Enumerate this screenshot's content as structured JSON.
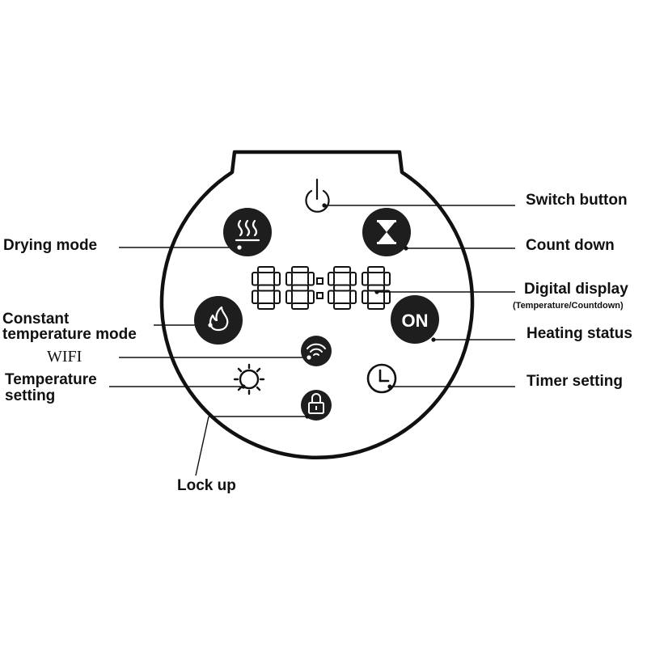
{
  "display": {
    "digits": "88:88"
  },
  "buttons": {
    "on_label": "ON"
  },
  "labels": {
    "switch_button": "Switch button",
    "count_down": "Count down",
    "digital_display": "Digital display",
    "digital_display_sub": "(Temperature/Countdown)",
    "heating_status": "Heating status",
    "timer_setting": "Timer setting",
    "drying_mode": "Drying mode",
    "constant_temp_line1": "Constant",
    "constant_temp_line2": "temperature mode",
    "wifi": "WIFI",
    "temp_setting_line1": "Temperature",
    "temp_setting_line2": "setting",
    "lock_up": "Lock up"
  },
  "colors": {
    "ink": "#111111",
    "button_fill": "#1e1e1e",
    "background": "#ffffff"
  },
  "icons": [
    "power-icon",
    "steam-icon",
    "hourglass-icon",
    "flame-icon",
    "wifi-icon",
    "sun-icon",
    "clock-icon",
    "lock-icon"
  ]
}
